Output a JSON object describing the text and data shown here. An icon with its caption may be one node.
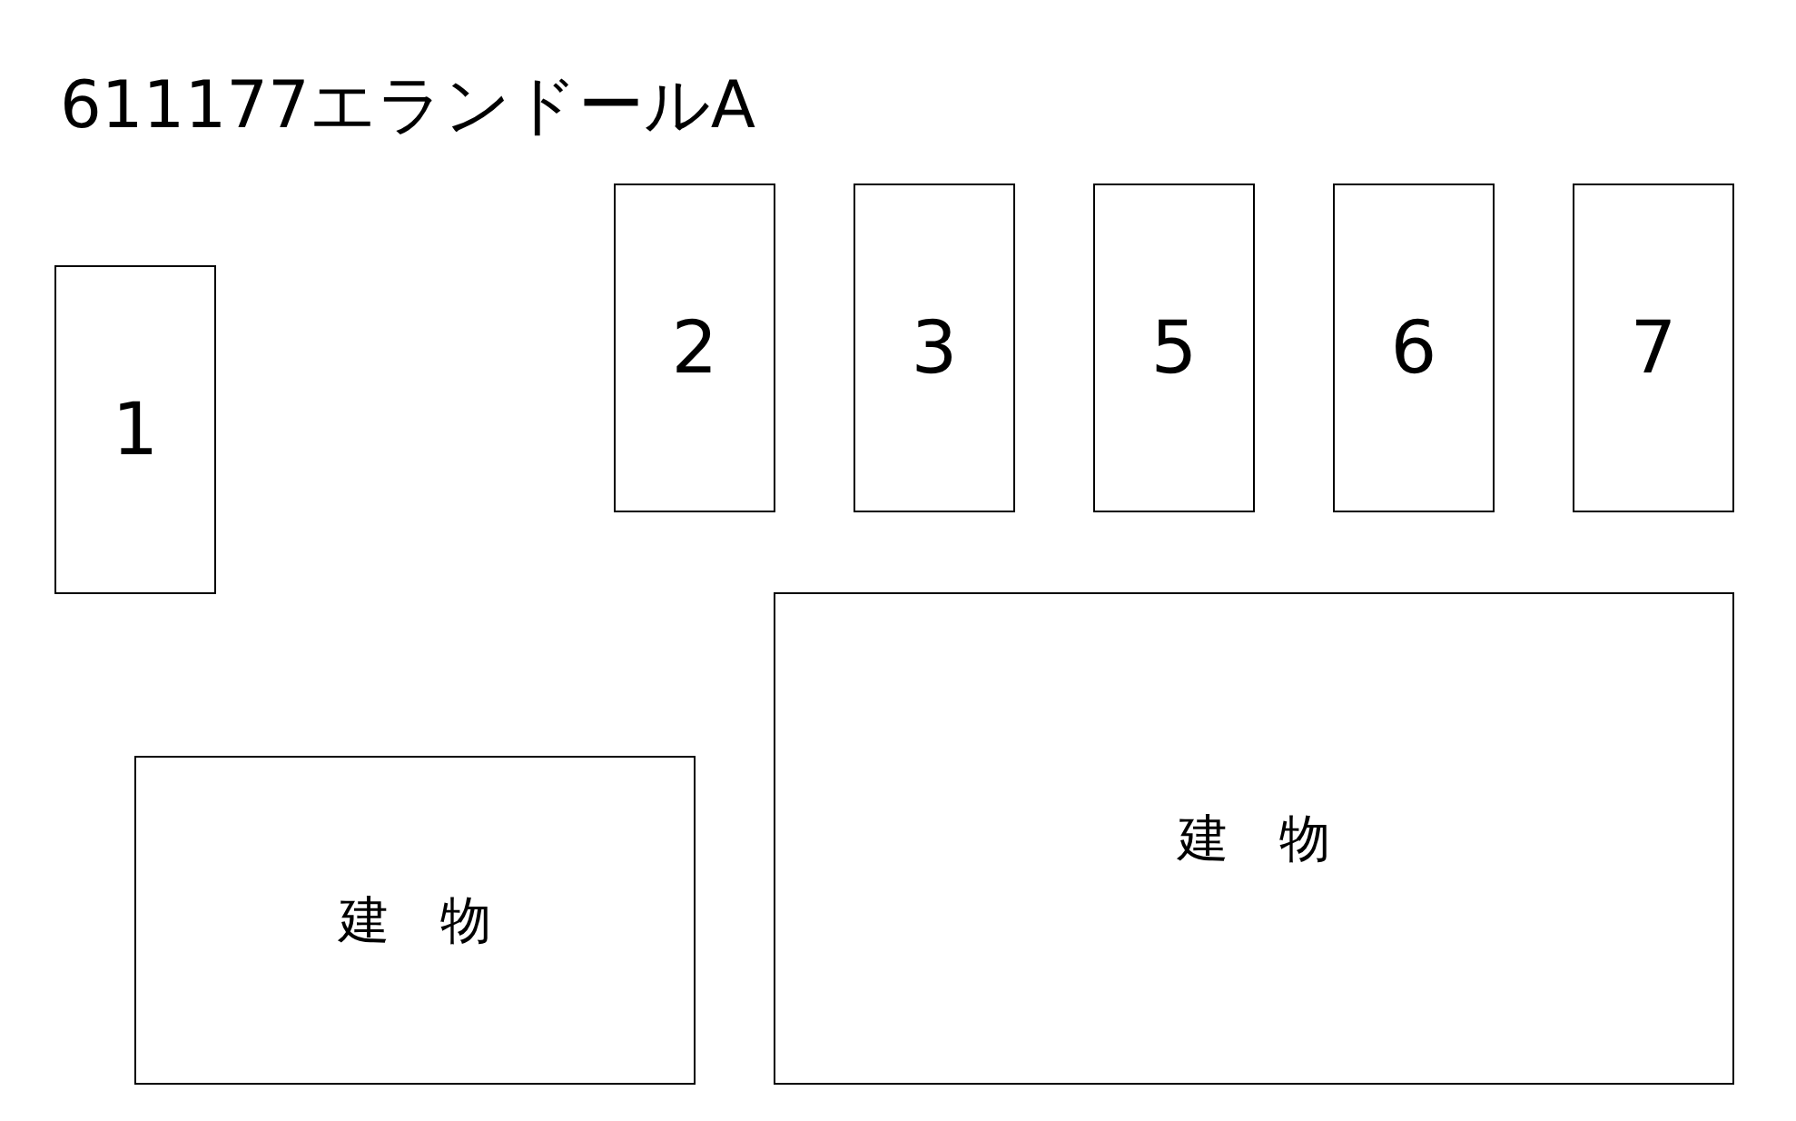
{
  "diagram": {
    "title": "611177エランドールA",
    "nodes": [
      {
        "text": [
          "1"
        ]
      },
      {
        "text": [
          "2"
        ]
      },
      {
        "text": [
          "3"
        ]
      },
      {
        "text": [
          "5"
        ]
      },
      {
        "text": [
          "6"
        ]
      },
      {
        "text": [
          "7"
        ]
      },
      {
        "text": [
          "建　物"
        ]
      },
      {
        "text": [
          "建　物"
        ]
      }
    ],
    "edges": []
  }
}
